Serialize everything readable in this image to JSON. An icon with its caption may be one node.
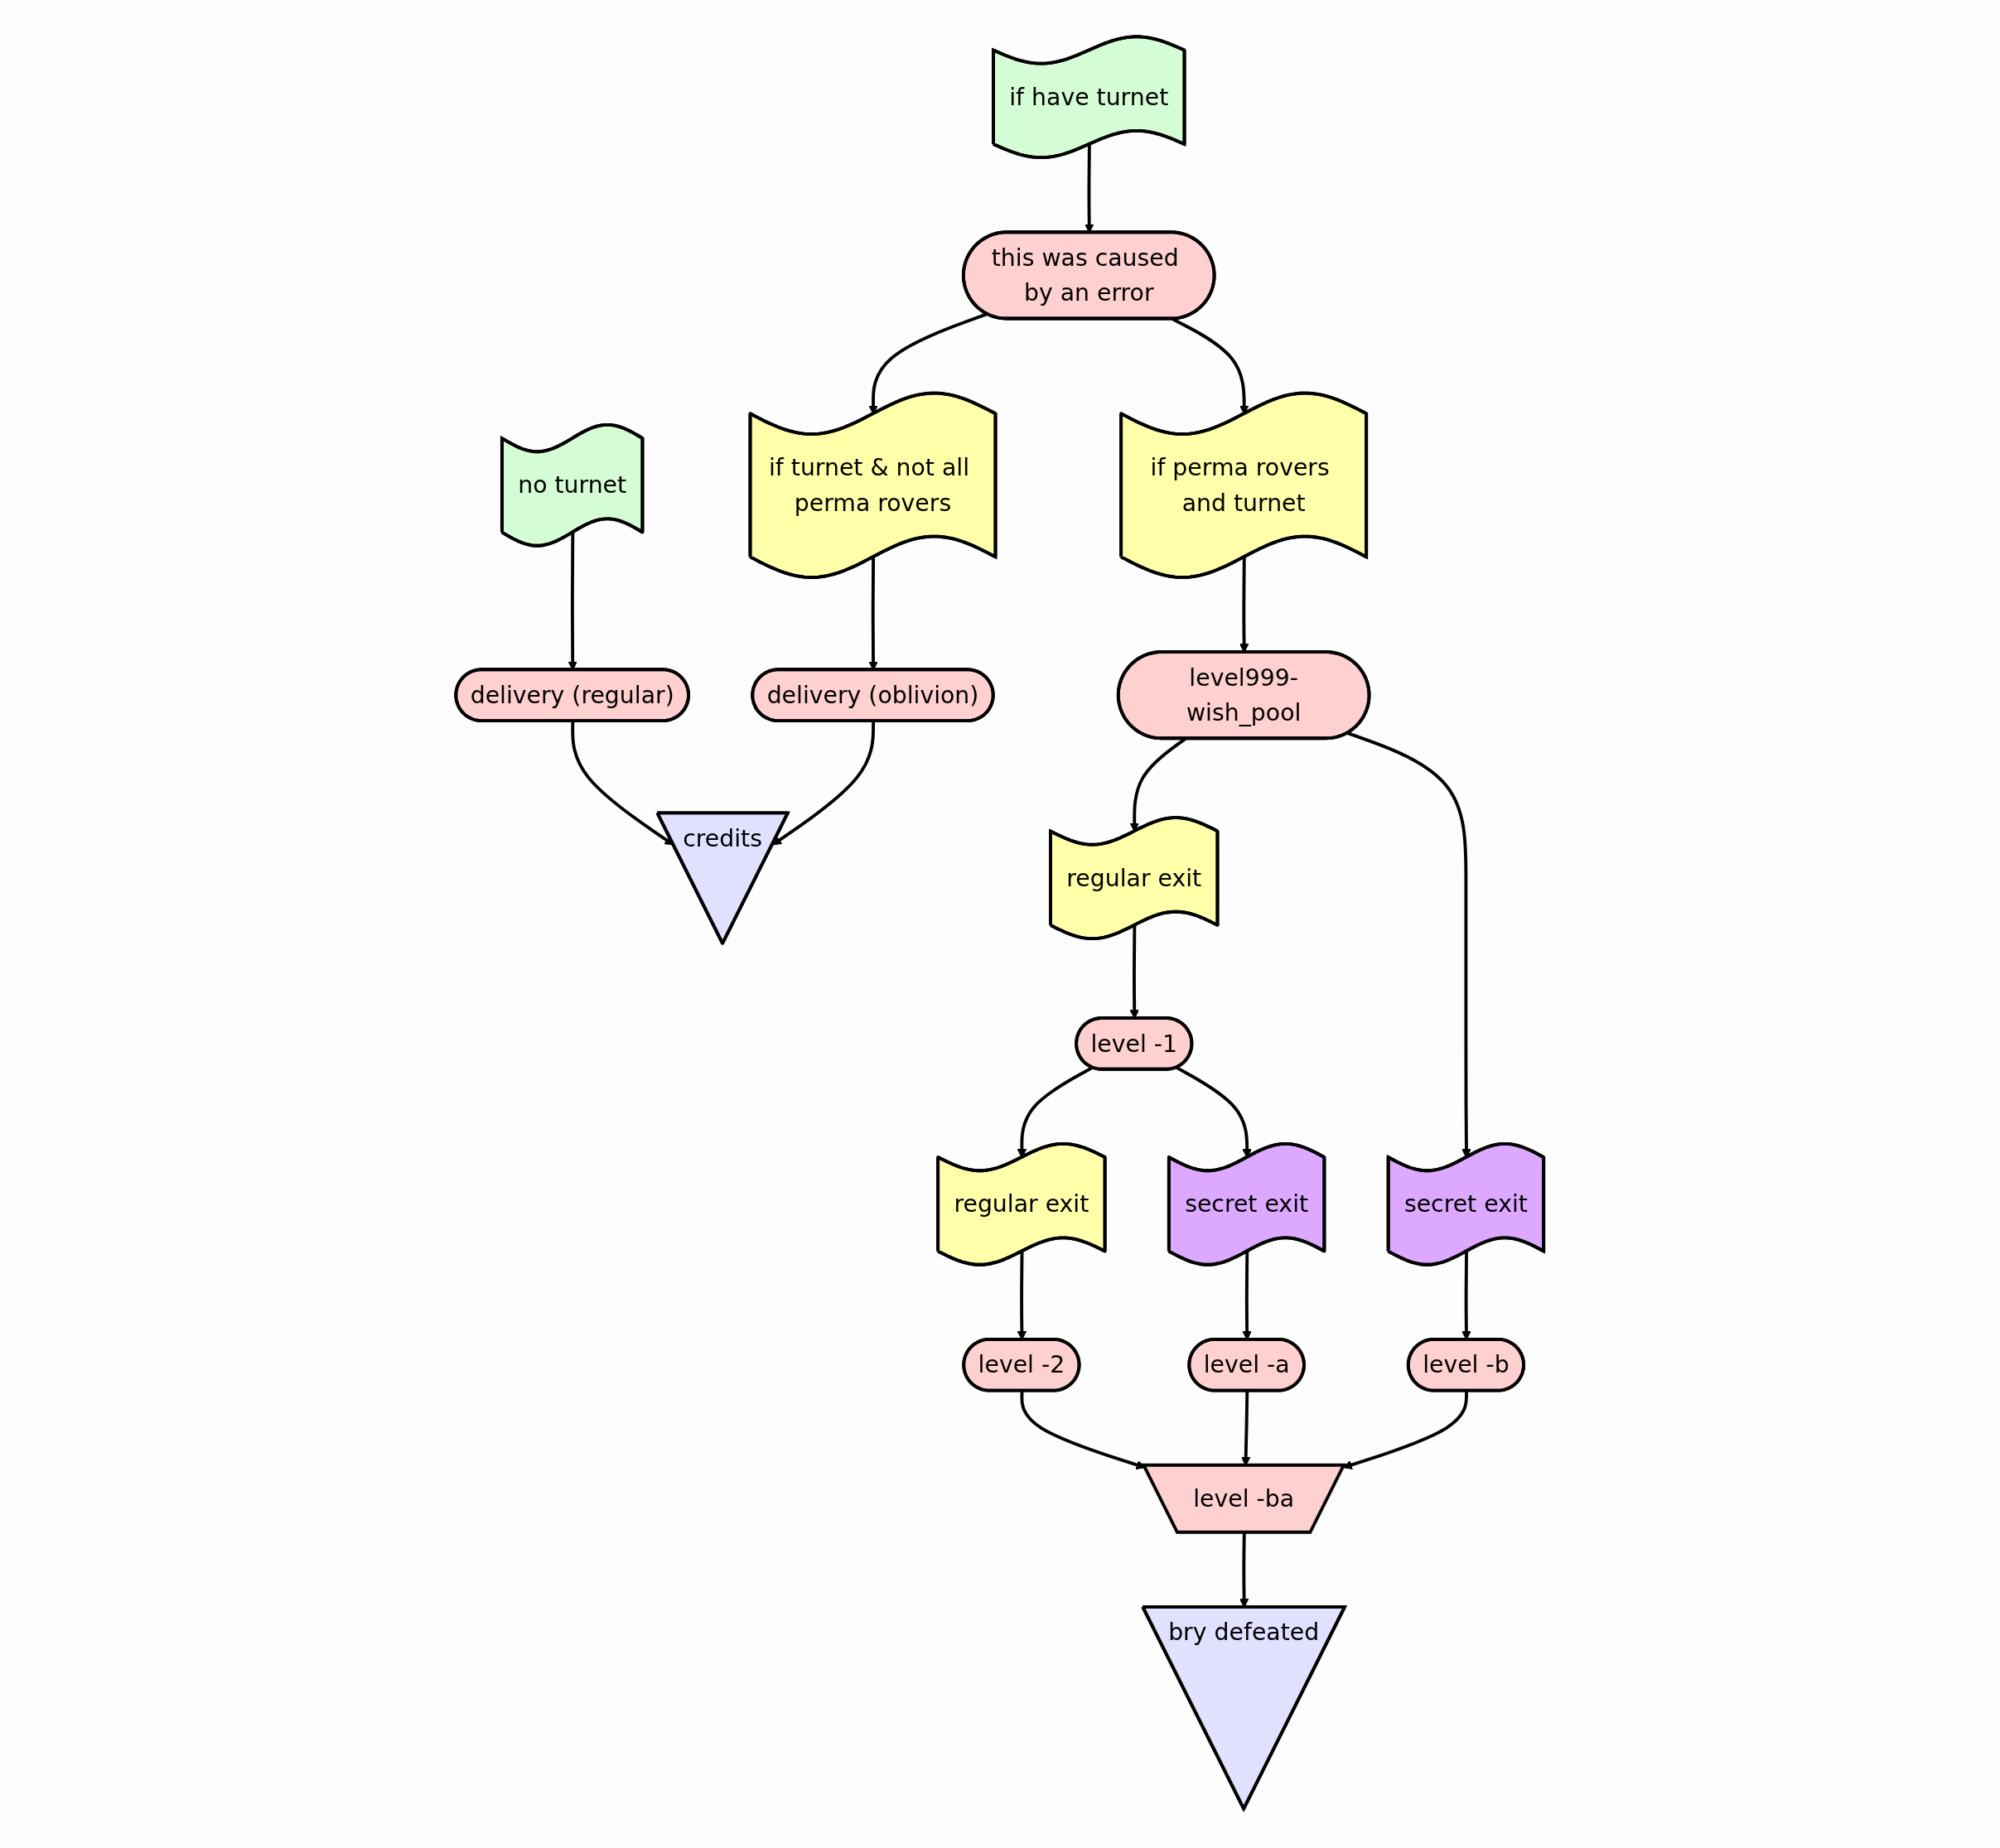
{
  "diagram": {
    "nodes": [
      {
        "text": [
          "no turnet"
        ]
      },
      {
        "text": [
          "if have turnet"
        ]
      },
      {
        "text": [
          "this was caused by an error"
        ]
      },
      {
        "text": [
          "if turnet & not all perma rovers"
        ]
      },
      {
        "text": [
          "if perma rovers and turnet"
        ]
      },
      {
        "text": [
          "delivery (regular)"
        ]
      },
      {
        "text": [
          "delivery (oblivion)"
        ]
      },
      {
        "text": [
          "level999-wish_pool"
        ]
      },
      {
        "text": [
          "regular exit"
        ]
      },
      {
        "text": [
          "secret exit"
        ]
      },
      {
        "text": [
          "level -1"
        ]
      },
      {
        "text": [
          "regular exit"
        ]
      },
      {
        "text": [
          "secret exit"
        ]
      },
      {
        "text": [
          "level -2"
        ]
      },
      {
        "text": [
          "level -b"
        ]
      },
      {
        "text": [
          "level -a"
        ]
      },
      {
        "text": [
          "level -ba"
        ]
      },
      {
        "text": [
          "credits"
        ]
      },
      {
        "text": [
          "bry defeated"
        ]
      }
    ],
    "edges": [
      {
        "from": 0,
        "to": 5,
        "arrow": "to"
      },
      {
        "from": 1,
        "to": 2,
        "arrow": "to"
      },
      {
        "from": 2,
        "to": 3,
        "arrow": "to"
      },
      {
        "from": 2,
        "to": 4,
        "arrow": "to"
      },
      {
        "from": 3,
        "to": 6,
        "arrow": "to"
      },
      {
        "from": 4,
        "to": 7,
        "arrow": "to"
      },
      {
        "from": 5,
        "to": 17,
        "arrow": "to"
      },
      {
        "from": 6,
        "to": 17,
        "arrow": "to"
      },
      {
        "from": 7,
        "to": 8,
        "arrow": "to"
      },
      {
        "from": 7,
        "to": 9,
        "arrow": "to"
      },
      {
        "from": 8,
        "to": 10,
        "arrow": "to"
      },
      {
        "from": 10,
        "to": 11,
        "arrow": "to"
      },
      {
        "from": 10,
        "to": 12,
        "arrow": "to"
      },
      {
        "from": 9,
        "to": 14,
        "arrow": "to"
      },
      {
        "from": 11,
        "to": 13,
        "arrow": "to"
      },
      {
        "from": 12,
        "to": 15,
        "arrow": "to"
      },
      {
        "from": 15,
        "to": 16,
        "arrow": "to"
      },
      {
        "from": 13,
        "to": 16,
        "arrow": "to"
      },
      {
        "from": 14,
        "to": 16,
        "arrow": "to"
      },
      {
        "from": 16,
        "to": 18,
        "arrow": "to"
      }
    ]
  }
}
